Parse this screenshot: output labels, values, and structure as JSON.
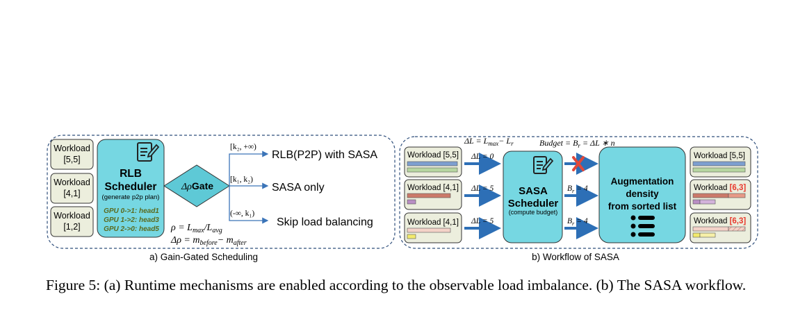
{
  "panel_a": {
    "workloads": [
      "Workload\n[5,5]",
      "Workload\n[4,1]",
      "Workload\n[1,2]"
    ],
    "scheduler_title": "RLB\nScheduler",
    "scheduler_sub": "(generate p2p plan)",
    "gpu_plan": [
      "GPU 0->1: head1",
      "GPU 1->2: head3",
      "GPU 2->0: head5"
    ],
    "gate_delta": "Δρ",
    "gate_label": "Gate",
    "ranges": [
      "[k₂, +∞)",
      "[k₁, k₂)",
      "(-∞, k₁)"
    ],
    "outcomes": [
      "RLB(P2P) with SASA",
      "SASA only",
      "Skip load balancing"
    ],
    "formula_rho": "ρ = L_max/L_avg",
    "formula_drho": "Δρ = m_before− m_after",
    "label": "a) Gain-Gated Scheduling"
  },
  "panel_b": {
    "top_formula_dl": "ΔL = L_max− L_r",
    "top_formula_budget": "Budget = B_r = ΔL ∗ n",
    "input_workloads": [
      "Workload [5,5]",
      "Workload [4,1]",
      "Workload [4,1]"
    ],
    "dl_labels": [
      "ΔL = 0",
      "ΔL = 5",
      "ΔL = 5"
    ],
    "scheduler_title": "SASA\nScheduler",
    "scheduler_sub": "(compute budget)",
    "br_labels": [
      "B_r = 4",
      "B_r = 4"
    ],
    "aug_title": "Augmentation\ndensity\nfrom sorted list",
    "output_workloads": [
      {
        "text": "Workload [5,5]",
        "highlight": ""
      },
      {
        "text": "Workload ",
        "highlight": "[6,3]"
      },
      {
        "text": "Workload ",
        "highlight": "[6,3]"
      }
    ],
    "label": "b) Workflow of SASA"
  },
  "colors": {
    "box_fill": "#eceedd",
    "cyan": "#76d7e2",
    "blue_bar": "#7d9fcf",
    "green_bar": "#b7d6a1",
    "red_bar": "#cc7a6a",
    "purple_bar": "#b98ec4",
    "pink_bar": "#f4d2c8",
    "yellow_bar": "#f2ea6d",
    "arrow_blue": "#2d6fb6",
    "highlight_red": "#e8382c",
    "cross_red": "#e0483a"
  },
  "caption": "Figure 5: (a) Runtime mechanisms are enabled according to the observable load imbalance. (b) The SASA workflow."
}
